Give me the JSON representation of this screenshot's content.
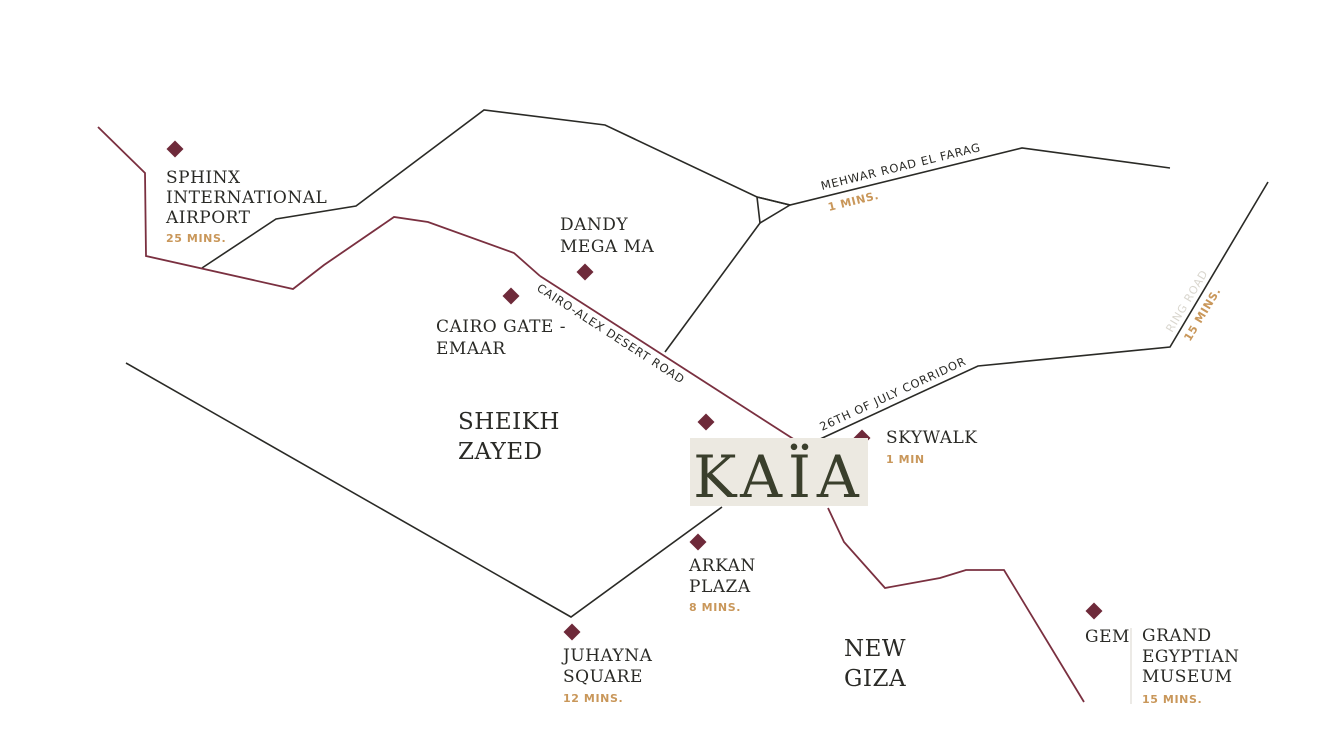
{
  "logo": {
    "text": "KAÏA",
    "bg_color": "#ece9e1",
    "text_color": "#3a3f2c"
  },
  "colors": {
    "highway": "#7a3040",
    "road": "#2a2a26",
    "pin": "#6e2a3a",
    "time": "#c9975a"
  },
  "areas": {
    "sheikh_zayed": [
      "SHEIKH",
      "ZAYED"
    ],
    "new_giza": [
      "NEW",
      "GIZA"
    ]
  },
  "roads": {
    "mehwar": {
      "name": "MEHWAR ROAD EL FARAG",
      "time": "1 MINS."
    },
    "cairo_alex": {
      "name": "CAIRO-ALEX DESERT ROAD"
    },
    "july": {
      "name": "26TH OF JULY CORRIDOR"
    },
    "ring": {
      "name": "RING ROAD",
      "time": "15 MINS."
    }
  },
  "places": {
    "sphinx": {
      "lines": [
        "SPHINX",
        "INTERNATIONAL",
        "AIRPORT"
      ],
      "time": "25 MINS."
    },
    "dandy": {
      "lines": [
        "DANDY",
        "MEGA MA"
      ]
    },
    "cairo_gate": {
      "lines": [
        "CAIRO GATE -",
        "EMAAR"
      ]
    },
    "skywalk": {
      "lines": [
        "SKYWALK"
      ],
      "time": "1 MIN"
    },
    "arkan": {
      "lines": [
        "ARKAN",
        "PLAZA"
      ],
      "time": "8 MINS."
    },
    "juhayna": {
      "lines": [
        "JUHAYNA",
        "SQUARE"
      ],
      "time": "12 MINS."
    },
    "gem": {
      "abbr": "GEM",
      "lines": [
        "GRAND",
        "EGYPTIAN",
        "MUSEUM"
      ],
      "time": "15 MINS."
    }
  }
}
